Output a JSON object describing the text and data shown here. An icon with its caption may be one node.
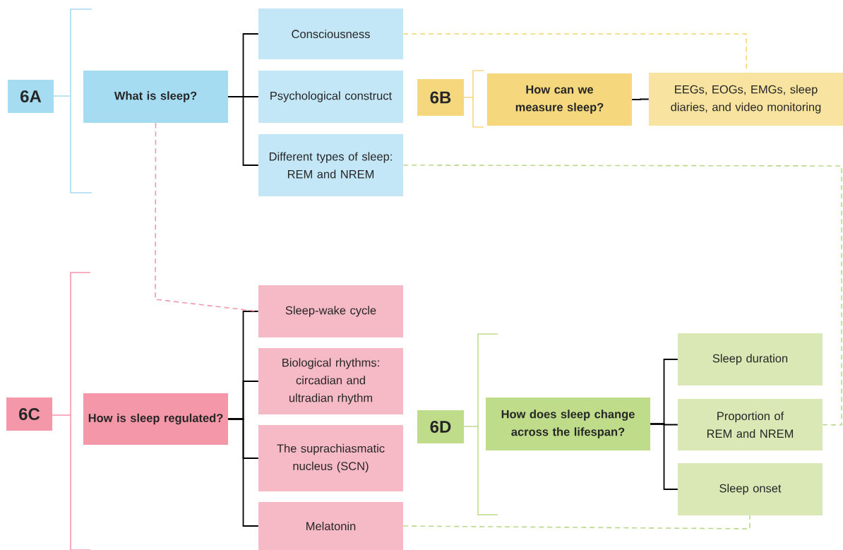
{
  "diagram": {
    "nodes": [
      {
        "text": [
          "6A"
        ]
      },
      {
        "text": [
          "What is sleep?"
        ]
      },
      {
        "text": [
          "Consciousness"
        ]
      },
      {
        "text": [
          "Psychological construct"
        ]
      },
      {
        "text": [
          "Different types of sleep: REM and NREM"
        ]
      },
      {
        "text": [
          "6B"
        ]
      },
      {
        "text": [
          "How can we measure sleep?"
        ]
      },
      {
        "text": [
          "EEGs, EOGs, EMGs, sleep diaries, and video monitoring"
        ]
      },
      {
        "text": [
          "6C"
        ]
      },
      {
        "text": [
          "How is sleep regulated?"
        ]
      },
      {
        "text": [
          "Sleep-wake cycle"
        ]
      },
      {
        "text": [
          "Biological rhythms: circadian and ultradian rhythm"
        ]
      },
      {
        "text": [
          "The suprachiasmatic nucleus (SCN)"
        ]
      },
      {
        "text": [
          "Melatonin"
        ]
      },
      {
        "text": [
          "6D"
        ]
      },
      {
        "text": [
          "How does sleep change across the lifespan?"
        ]
      },
      {
        "text": [
          "Sleep duration"
        ]
      },
      {
        "text": [
          "Proportion of REM and NREM"
        ]
      },
      {
        "text": [
          "Sleep onset"
        ]
      }
    ],
    "edges": [
      {
        "from": 1,
        "to": 2,
        "arrow": "none"
      },
      {
        "from": 1,
        "to": 3,
        "arrow": "none"
      },
      {
        "from": 1,
        "to": 4,
        "arrow": "none"
      },
      {
        "from": 6,
        "to": 7,
        "arrow": "none"
      },
      {
        "from": 9,
        "to": 10,
        "arrow": "none"
      },
      {
        "from": 9,
        "to": 11,
        "arrow": "none"
      },
      {
        "from": 9,
        "to": 12,
        "arrow": "none"
      },
      {
        "from": 9,
        "to": 13,
        "arrow": "none"
      },
      {
        "from": 15,
        "to": 16,
        "arrow": "none"
      },
      {
        "from": 15,
        "to": 17,
        "arrow": "none"
      },
      {
        "from": 15,
        "to": 18,
        "arrow": "none"
      },
      {
        "from": 2,
        "to": 7,
        "arrow": "none",
        "style": "dashed",
        "color": "#f3d56e"
      },
      {
        "from": 1,
        "to": 10,
        "arrow": "none",
        "style": "dashed",
        "color": "#f297a8"
      },
      {
        "from": 4,
        "to": 17,
        "arrow": "none",
        "style": "dashed",
        "color": "#b9d98a"
      },
      {
        "from": 13,
        "to": 18,
        "arrow": "none",
        "style": "dashed",
        "color": "#b9d98a"
      }
    ]
  }
}
